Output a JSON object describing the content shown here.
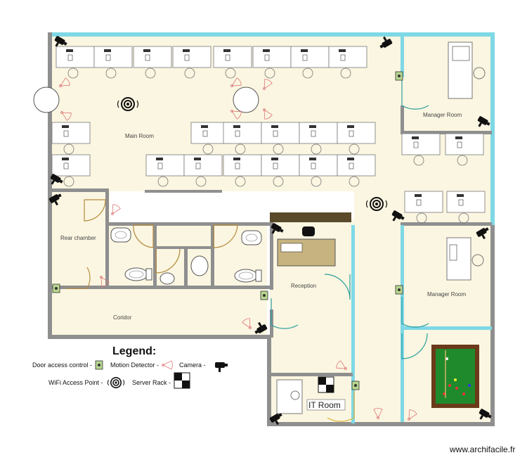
{
  "rooms": {
    "main_room": "Main Room",
    "manager_room_1": "Manager Room",
    "manager_room_2": "Manager Room",
    "rear_chamber": "Rear chamber",
    "reception": "Reception",
    "corridor": "Coridor",
    "it_room": "IT Room"
  },
  "legend": {
    "title": "Legend:",
    "door_access": "Door access control -",
    "motion": "Motion Detector -",
    "camera": "Camera -",
    "wifi": "WiFi Access Point -",
    "server": "Server Rack -"
  },
  "watermark": "www.archifacile.fr",
  "colors": {
    "floor": "#fbf6e1",
    "wall": "#8f8f8f",
    "glass": "#7fd8e6",
    "door": "#2a9e9e",
    "access": "#6aa84f",
    "desk": "#c7b37f"
  }
}
